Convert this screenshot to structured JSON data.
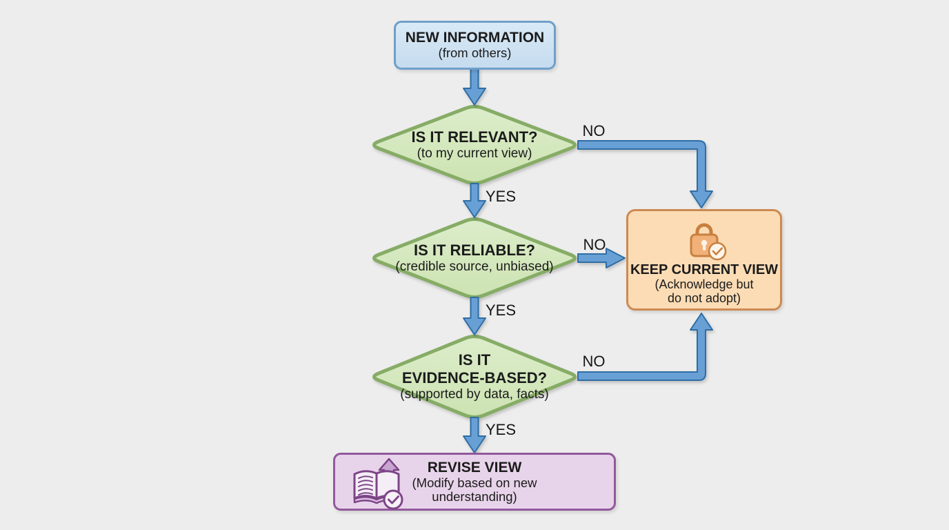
{
  "flowchart": {
    "nodes": {
      "new_information": {
        "title": "NEW INFORMATION",
        "subtitle": "(from others)"
      },
      "is_it_relevant": {
        "title": "IS IT RELEVANT?",
        "subtitle": "(to my current view)"
      },
      "is_it_reliable": {
        "title": "IS IT RELIABLE?",
        "subtitle": "(credible source, unbiased)"
      },
      "is_it_evidence_based": {
        "title_line1": "IS IT",
        "title_line2": "EVIDENCE-BASED?",
        "subtitle": "(supported by data, facts)"
      },
      "keep_current_view": {
        "title": "KEEP CURRENT VIEW",
        "subtitle_line1": "(Acknowledge but",
        "subtitle_line2": "do not adopt)",
        "icon": "lock-with-check-icon"
      },
      "revise_view": {
        "title": "REVISE VIEW",
        "subtitle_line1": "(Modify based on new",
        "subtitle_line2": "understanding)",
        "icon": "book-upgrade-check-icon"
      }
    },
    "edges": {
      "relevant_no": "NO",
      "relevant_yes": "YES",
      "reliable_no": "NO",
      "reliable_yes": "YES",
      "evidence_no": "NO",
      "evidence_yes": "YES"
    },
    "colors": {
      "background": "#ededed",
      "process_fill": "#cfe3f3",
      "process_border": "#6f9fc9",
      "decision_fill": "#d6e8bf",
      "decision_border": "#86ac66",
      "keep_fill": "#fbdcb5",
      "keep_border": "#cd8a52",
      "keep_icon_accent": "#c8803f",
      "revise_fill": "#e8d4ea",
      "revise_border": "#92589c",
      "revise_icon_accent": "#7d4587",
      "arrow_fill": "#67a0d6",
      "arrow_border": "#2e6da4",
      "text": "#1b1b1b"
    }
  }
}
